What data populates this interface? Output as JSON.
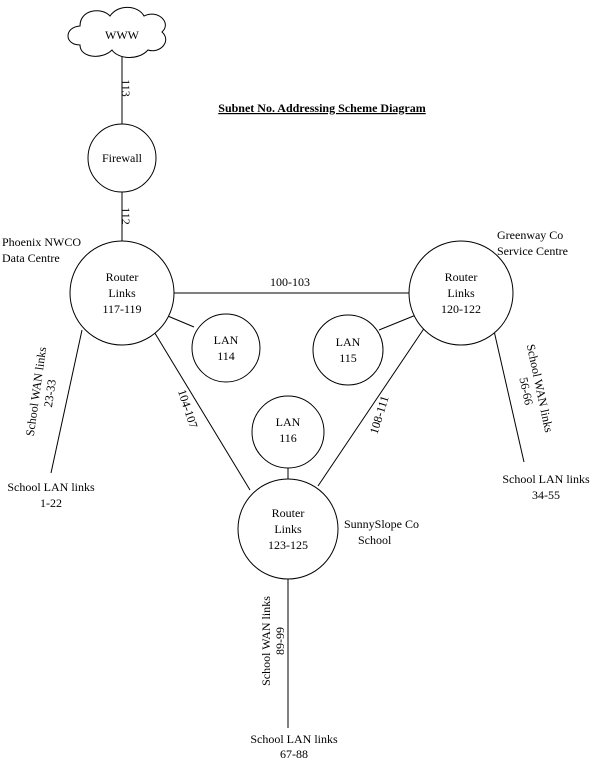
{
  "title": "Subnet No. Addressing Scheme Diagram",
  "nodes": {
    "www": {
      "label": "WWW"
    },
    "firewall": {
      "label": "Firewall"
    },
    "router_phoenix": {
      "lines": [
        "Router",
        "Links",
        "117-119"
      ]
    },
    "router_greenway": {
      "lines": [
        "Router",
        "Links",
        "120-122"
      ]
    },
    "router_sunnyslope": {
      "lines": [
        "Router",
        "Links",
        "123-125"
      ]
    },
    "lan_114": {
      "lines": [
        "LAN",
        "114"
      ]
    },
    "lan_115": {
      "lines": [
        "LAN",
        "115"
      ]
    },
    "lan_116": {
      "lines": [
        "LAN",
        "116"
      ]
    }
  },
  "site_labels": {
    "phoenix": [
      "Phoenix NWCO",
      "Data Centre"
    ],
    "greenway": [
      "Greenway Co",
      "Service Centre"
    ],
    "sunnyslope": [
      "SunnySlope Co",
      "School"
    ]
  },
  "links": {
    "www_firewall": "113",
    "firewall_phoenix": "112",
    "phoenix_greenway": "100-103",
    "phoenix_sunnyslope": "104-107",
    "greenway_sunnyslope": "108-111"
  },
  "school_wan": {
    "phoenix": [
      "School WAN links",
      "23-33"
    ],
    "greenway": [
      "School WAN links",
      "56-66"
    ],
    "sunnyslope": [
      "School WAN links",
      "89-99"
    ]
  },
  "school_lan": {
    "phoenix": [
      "School LAN links",
      "1-22"
    ],
    "greenway": [
      "School LAN links",
      "34-55"
    ],
    "sunnyslope": [
      "School LAN links",
      "67-88"
    ]
  }
}
